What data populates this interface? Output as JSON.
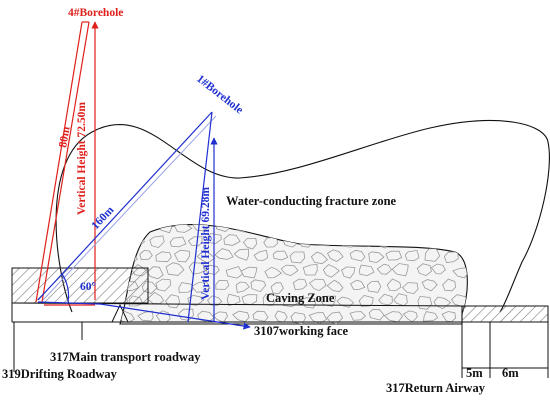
{
  "colors": {
    "red": "#e0201c",
    "blue": "#1f2fd0",
    "black": "#111111",
    "rock_fill": "#f4f4f4",
    "rock_stroke": "#9a9a9a",
    "hatch": "#7a7a7a"
  },
  "borehole_4": {
    "name": "4#Borehole",
    "length": "80m",
    "vertical_height": "Vertical Height  72.50m"
  },
  "borehole_1": {
    "name": "1#Borehole",
    "length": "160m",
    "angle": "60°",
    "vertical_height": "Vertical Height  69.28m"
  },
  "zones": {
    "fracture_zone": "Water-conducting fracture zone",
    "caving_zone": "Caving Zone"
  },
  "labels": {
    "working_face": "3107working face",
    "main_transport": "317Main transport roadway",
    "drifting_roadway": "319Drifting Roadway",
    "return_airway": "317Return Airway",
    "dim_5m": "5m",
    "dim_6m": "6m"
  }
}
